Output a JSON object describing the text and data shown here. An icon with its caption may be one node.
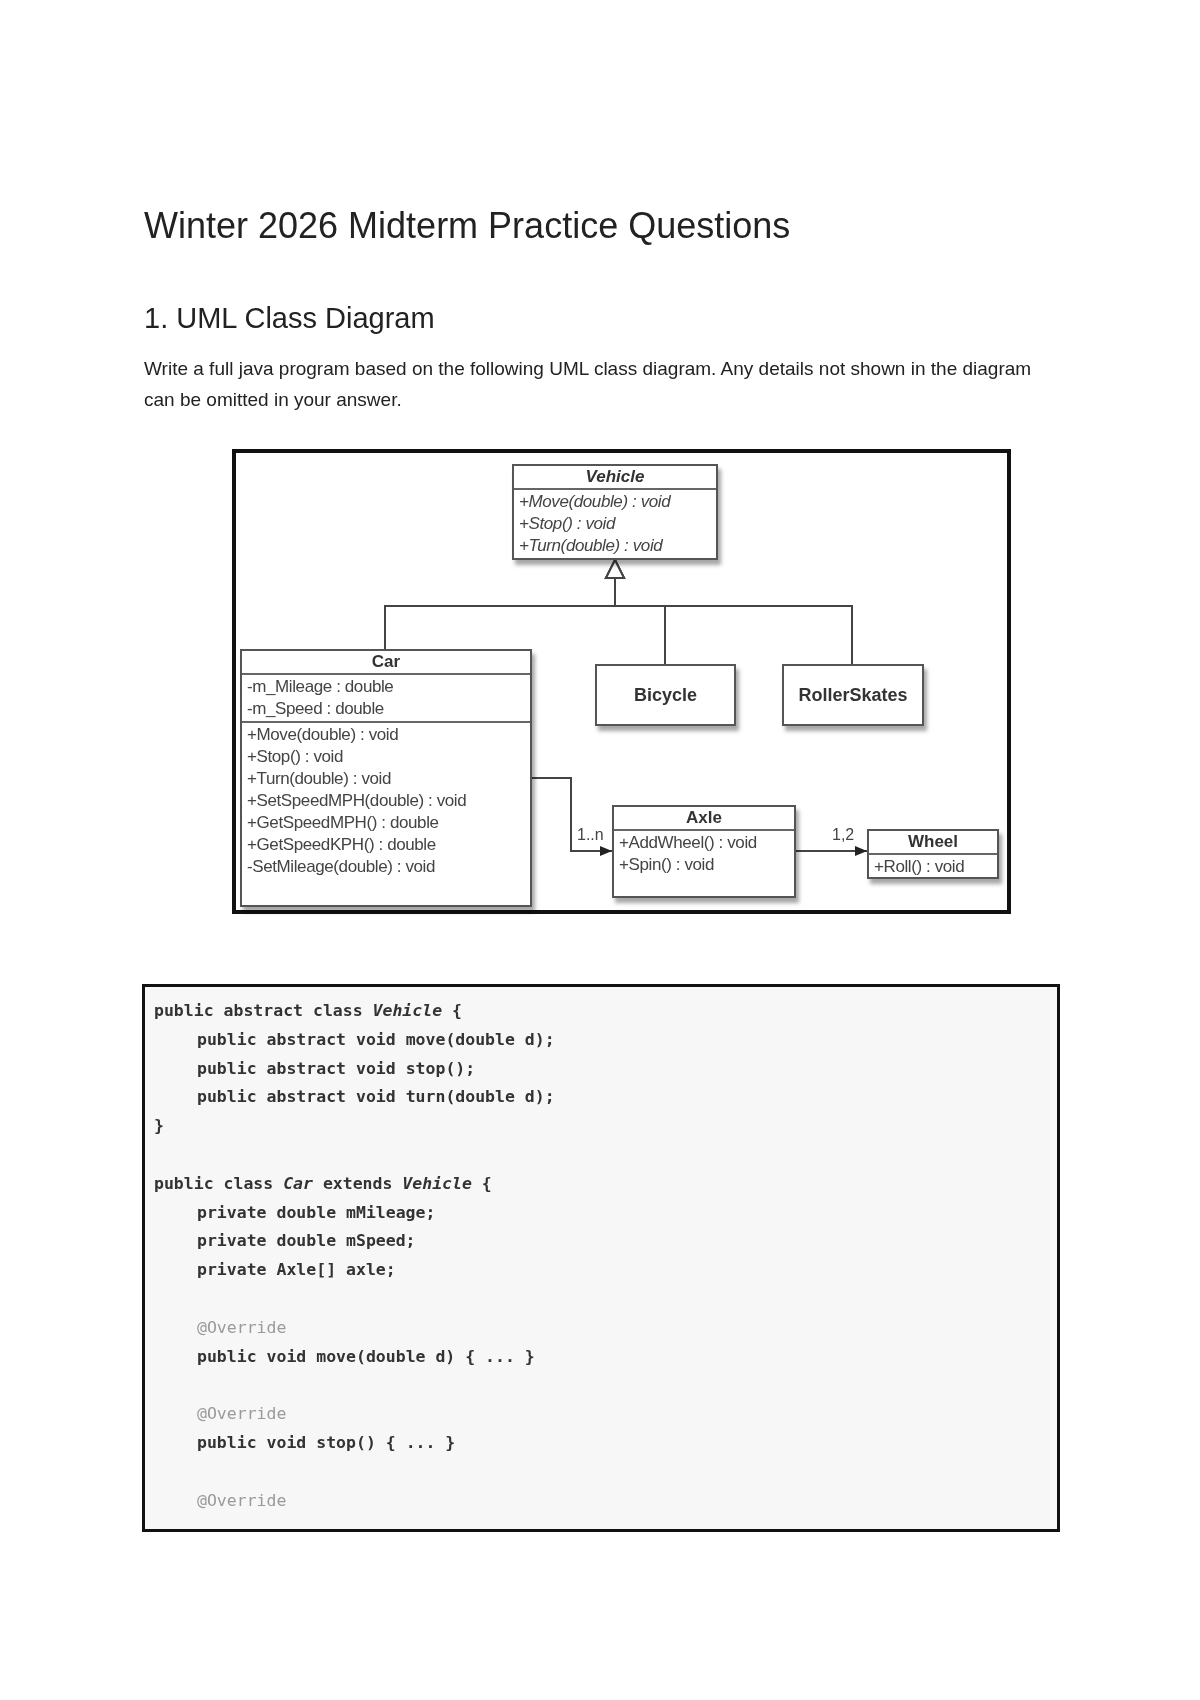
{
  "diagram": {
    "title": "Winter 2026 Midterm Practice Questions",
    "nodes": [
      {
        "text": [
          "Vehicle",
          "+Move(double) : void",
          "+Stop() : void",
          "+Turn(double) : void"
        ]
      },
      {
        "text": [
          "Car",
          "-m_Mileage : double",
          "-m_Speed : double",
          "+Move(double) : void",
          "+Stop() : void",
          "+Turn(double) : void",
          "+SetSpeedMPH(double) : void",
          "+GetSpeedMPH() : double",
          "+GetSpeedKPH() : double",
          "-SetMileage(double) : void"
        ]
      },
      {
        "text": [
          "Bicycle"
        ]
      },
      {
        "text": [
          "RollerSkates"
        ]
      },
      {
        "text": [
          "Axle",
          "+AddWheel() : void",
          "+Spin() : void"
        ]
      },
      {
        "text": [
          "Wheel",
          "+Roll() : void"
        ]
      }
    ],
    "edges": [
      {
        "from": 1,
        "to": 0,
        "arrow": "to"
      },
      {
        "from": 2,
        "to": 0,
        "arrow": "to"
      },
      {
        "from": 3,
        "to": 0,
        "arrow": "to"
      },
      {
        "from": 1,
        "to": 4,
        "arrow": "to",
        "label": "1..n"
      },
      {
        "from": 4,
        "to": 5,
        "arrow": "to",
        "label": "1,2"
      }
    ],
    "labels": [
      "1. UML Class Diagram",
      "Write a full java program based on the following UML class diagram. Any details not shown in the diagram can be omitted in your answer.",
      "public abstract class *Vehicle* {",
      "public abstract void **move**(double d);",
      "public abstract void **stop**();",
      "public abstract void **turn**(double d);",
      "}",
      "public class *Car* extends *Vehicle* {",
      "private double mMileage;",
      "private double mSpeed;",
      "private Axle[] axle;",
      "@Override",
      "public void **move**(double d) { ... }",
      "@Override",
      "public void **stop**() { ... }",
      "@Override"
    ]
  }
}
